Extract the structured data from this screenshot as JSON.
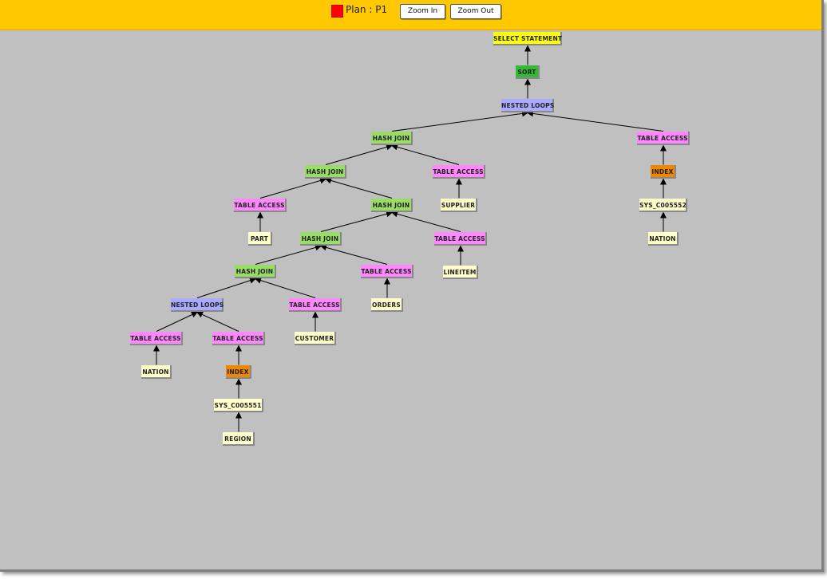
{
  "toolbar": {
    "plan_label": "Plan : P1",
    "zoom_in_label": "Zoom In",
    "zoom_out_label": "Zoom Out",
    "plan_color": "#ff0000"
  },
  "colors": {
    "statement": "#ffff00",
    "sort": "#33bb33",
    "nested_loops": "#aaaaff",
    "hash_join": "#99dd66",
    "table_access": "#ff88ff",
    "index": "#ee8800",
    "object": "#ffffcc"
  },
  "nodes": [
    {
      "id": 1,
      "label": "SELECT STATEMENT",
      "type": "statement",
      "parent": null
    },
    {
      "id": 2,
      "label": "SORT",
      "type": "sort",
      "parent": 1
    },
    {
      "id": 3,
      "label": "NESTED LOOPS",
      "type": "nested_loops",
      "parent": 2
    },
    {
      "id": 4,
      "label": "HASH JOIN",
      "type": "hash_join",
      "parent": 3
    },
    {
      "id": 5,
      "label": "TABLE ACCESS",
      "type": "table_access",
      "parent": 3
    },
    {
      "id": 6,
      "label": "HASH JOIN",
      "type": "hash_join",
      "parent": 4
    },
    {
      "id": 7,
      "label": "TABLE ACCESS",
      "type": "table_access",
      "parent": 4
    },
    {
      "id": 8,
      "label": "SUPPLIER",
      "type": "object",
      "parent": 7
    },
    {
      "id": 9,
      "label": "INDEX",
      "type": "index",
      "parent": 5
    },
    {
      "id": 10,
      "label": "SYS_C005552",
      "type": "object",
      "parent": 9
    },
    {
      "id": 11,
      "label": "NATION",
      "type": "object",
      "parent": 10
    },
    {
      "id": 12,
      "label": "TABLE ACCESS",
      "type": "table_access",
      "parent": 6
    },
    {
      "id": 13,
      "label": "PART",
      "type": "object",
      "parent": 12
    },
    {
      "id": 14,
      "label": "HASH JOIN",
      "type": "hash_join",
      "parent": 6
    },
    {
      "id": 15,
      "label": "HASH JOIN",
      "type": "hash_join",
      "parent": 14
    },
    {
      "id": 16,
      "label": "TABLE ACCESS",
      "type": "table_access",
      "parent": 14
    },
    {
      "id": 17,
      "label": "LINEITEM",
      "type": "object",
      "parent": 16
    },
    {
      "id": 18,
      "label": "HASH JOIN",
      "type": "hash_join",
      "parent": 15
    },
    {
      "id": 19,
      "label": "TABLE ACCESS",
      "type": "table_access",
      "parent": 15
    },
    {
      "id": 20,
      "label": "ORDERS",
      "type": "object",
      "parent": 19
    },
    {
      "id": 21,
      "label": "NESTED LOOPS",
      "type": "nested_loops",
      "parent": 18
    },
    {
      "id": 22,
      "label": "TABLE ACCESS",
      "type": "table_access",
      "parent": 18
    },
    {
      "id": 23,
      "label": "CUSTOMER",
      "type": "object",
      "parent": 22
    },
    {
      "id": 24,
      "label": "TABLE ACCESS",
      "type": "table_access",
      "parent": 21
    },
    {
      "id": 25,
      "label": "NATION",
      "type": "object",
      "parent": 24
    },
    {
      "id": 26,
      "label": "TABLE ACCESS",
      "type": "table_access",
      "parent": 21
    },
    {
      "id": 27,
      "label": "INDEX",
      "type": "index",
      "parent": 26
    },
    {
      "id": 28,
      "label": "SYS_C005551",
      "type": "object",
      "parent": 27
    },
    {
      "id": 29,
      "label": "REGION",
      "type": "object",
      "parent": 28
    }
  ]
}
